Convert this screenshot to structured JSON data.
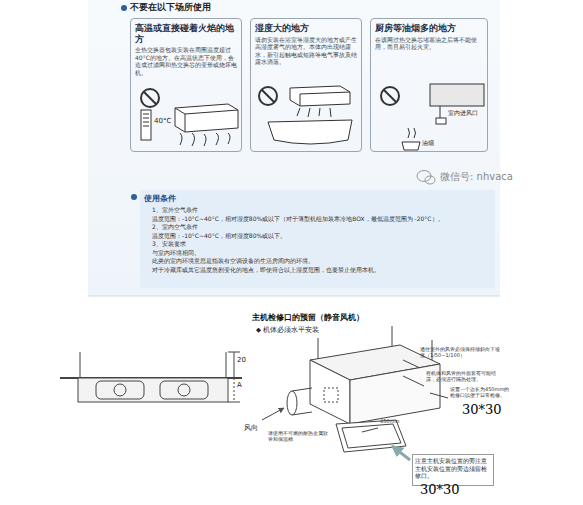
{
  "diagram": {
    "title": "不要在以下场所使用",
    "nodes": [
      {
        "text": [
          "高温或直接碰着火焰的地方",
          "全热交换器包装安装在周围温度超过40°C的地方。在高温状态下使用，会造成过滤网和热交换芯的变形或烧坏电机。"
        ]
      },
      {
        "text": [
          "湿度大的地方",
          "请勿安装在浴室等湿度大的地方或产生高湿度雾气的地方。本体内出现结露水，新引起触电或短路等电气事故及结露水滴落。"
        ]
      },
      {
        "text": [
          "厨房等油烟多的地方",
          "在该网过热交换芯堵塞油之后将不能使用，而且易引起火灾。"
        ]
      },
      {
        "text": [
          "使用条件",
          "1、室外空气条件",
          "温度范围：-10°C~40°C，相对湿度80%或以下（对于薄型机组加装寒冷地BOX，最低温度范围为 -20°C）。",
          "2、室内空气条件",
          "温度范围：-10°C~40°C，相对湿度80%或以下。",
          "3、安装要求",
          "与室内环境相同。",
          "此类的室内环境意思是指装有空调设备的生活房间内的环境。",
          "对于冷藏库或其它温度急剧变化的地点，即使符合以上湿度范围，也要禁止使用本机。"
        ]
      },
      {
        "text": [
          "注意主机安装位置的旁注意主机安装位置的旁边须留检修口。"
        ]
      }
    ],
    "labels": [
      "40°C",
      "室内进风口",
      "油烟",
      "微信号: nhvaca",
      "主机检修口的预留（静音风机）",
      "◆ 机体必须水平安装",
      "20",
      "A",
      "风向",
      "请使用不可燃的耐热金属软管和保温棉",
      "通往室外的风管必须保持倾斜向下坡度（1/50~1/100）",
      "在机体和风管的外面套有可能结露，必须进行隔热处理。",
      "设置一个边长为450mm的检修口以便于日常检修。",
      "30*30",
      "450mm",
      "30*30"
    ]
  }
}
